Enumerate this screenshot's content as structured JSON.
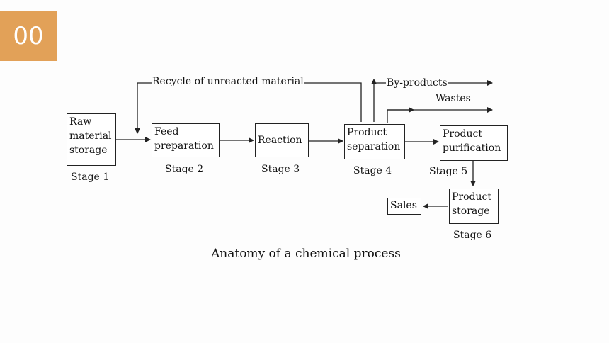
{
  "slide": {
    "number": "00",
    "colors": {
      "badge": "#e2a158",
      "ink": "#222222"
    }
  },
  "diagram": {
    "boxes": {
      "raw": [
        "Raw",
        "material",
        "storage"
      ],
      "feed": [
        "Feed",
        "preparation"
      ],
      "reaction": [
        "Reaction"
      ],
      "separation": [
        "Product",
        "separation"
      ],
      "purification": [
        "Product",
        "purification"
      ],
      "storage": [
        "Product",
        "storage"
      ],
      "sales": [
        "Sales"
      ]
    },
    "stages": [
      "Stage 1",
      "Stage 2",
      "Stage 3",
      "Stage 4",
      "Stage 5",
      "Stage 6"
    ],
    "annotations": {
      "recycle": "Recycle of unreacted material",
      "byproducts": "By-products",
      "wastes": "Wastes"
    },
    "caption": "Anatomy of a chemical process"
  }
}
